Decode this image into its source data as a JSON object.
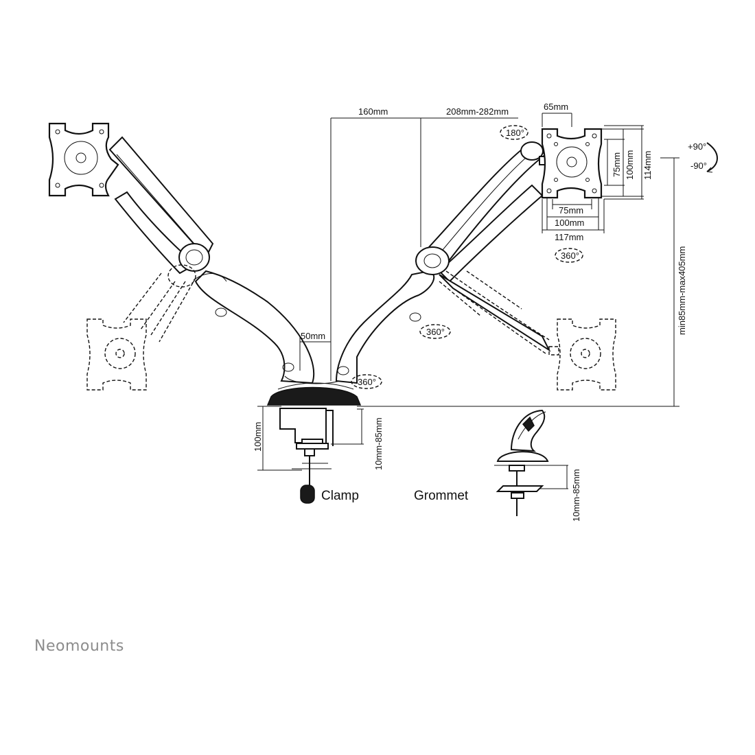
{
  "brand": {
    "name": "Neomounts",
    "color": "#8c8c8c"
  },
  "dimensions": {
    "arm_offset": "160mm",
    "arm_length": "208mm-282mm",
    "depth": "65mm",
    "vesa_height_small": "75mm",
    "vesa_height_large": "100mm",
    "plate_height": "114mm",
    "vesa_width_small": "75mm",
    "vesa_width_large": "100mm",
    "plate_width": "117mm",
    "height_range": "min85mm-max405mm",
    "pole_gap": "50mm",
    "clamp_height": "100mm",
    "clamp_range": "10mm-85mm",
    "grommet_range": "10mm-85mm"
  },
  "rotations": {
    "tilt": "180°",
    "swivel_top": "360°",
    "swivel_mid": "360°",
    "swivel_base": "360°",
    "rotate_plus": "+90°",
    "rotate_minus": "-90°"
  },
  "labels": {
    "clamp": "Clamp",
    "grommet": "Grommet"
  },
  "colors": {
    "line": "#111111",
    "background": "#ffffff"
  }
}
